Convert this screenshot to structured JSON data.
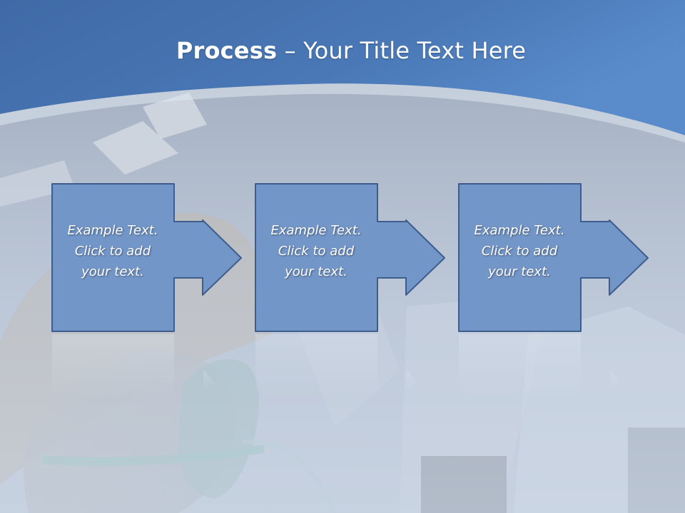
{
  "slide": {
    "title_bold": "Process",
    "title_separator": " – ",
    "title_rest": "Your Title Text Here"
  },
  "steps": [
    {
      "lines": [
        "Example Text.",
        "Click  to add",
        "your text."
      ]
    },
    {
      "lines": [
        "Example Text.",
        "Click  to add",
        "your text."
      ]
    },
    {
      "lines": [
        "Example Text.",
        "Click  to add",
        "your text."
      ]
    }
  ],
  "colors": {
    "header_top": "#3f6aa6",
    "header_bottom": "#5b8bc8",
    "box_fill": "#7396c8",
    "box_stroke": "#3e5c8c",
    "text": "#ffffff"
  }
}
